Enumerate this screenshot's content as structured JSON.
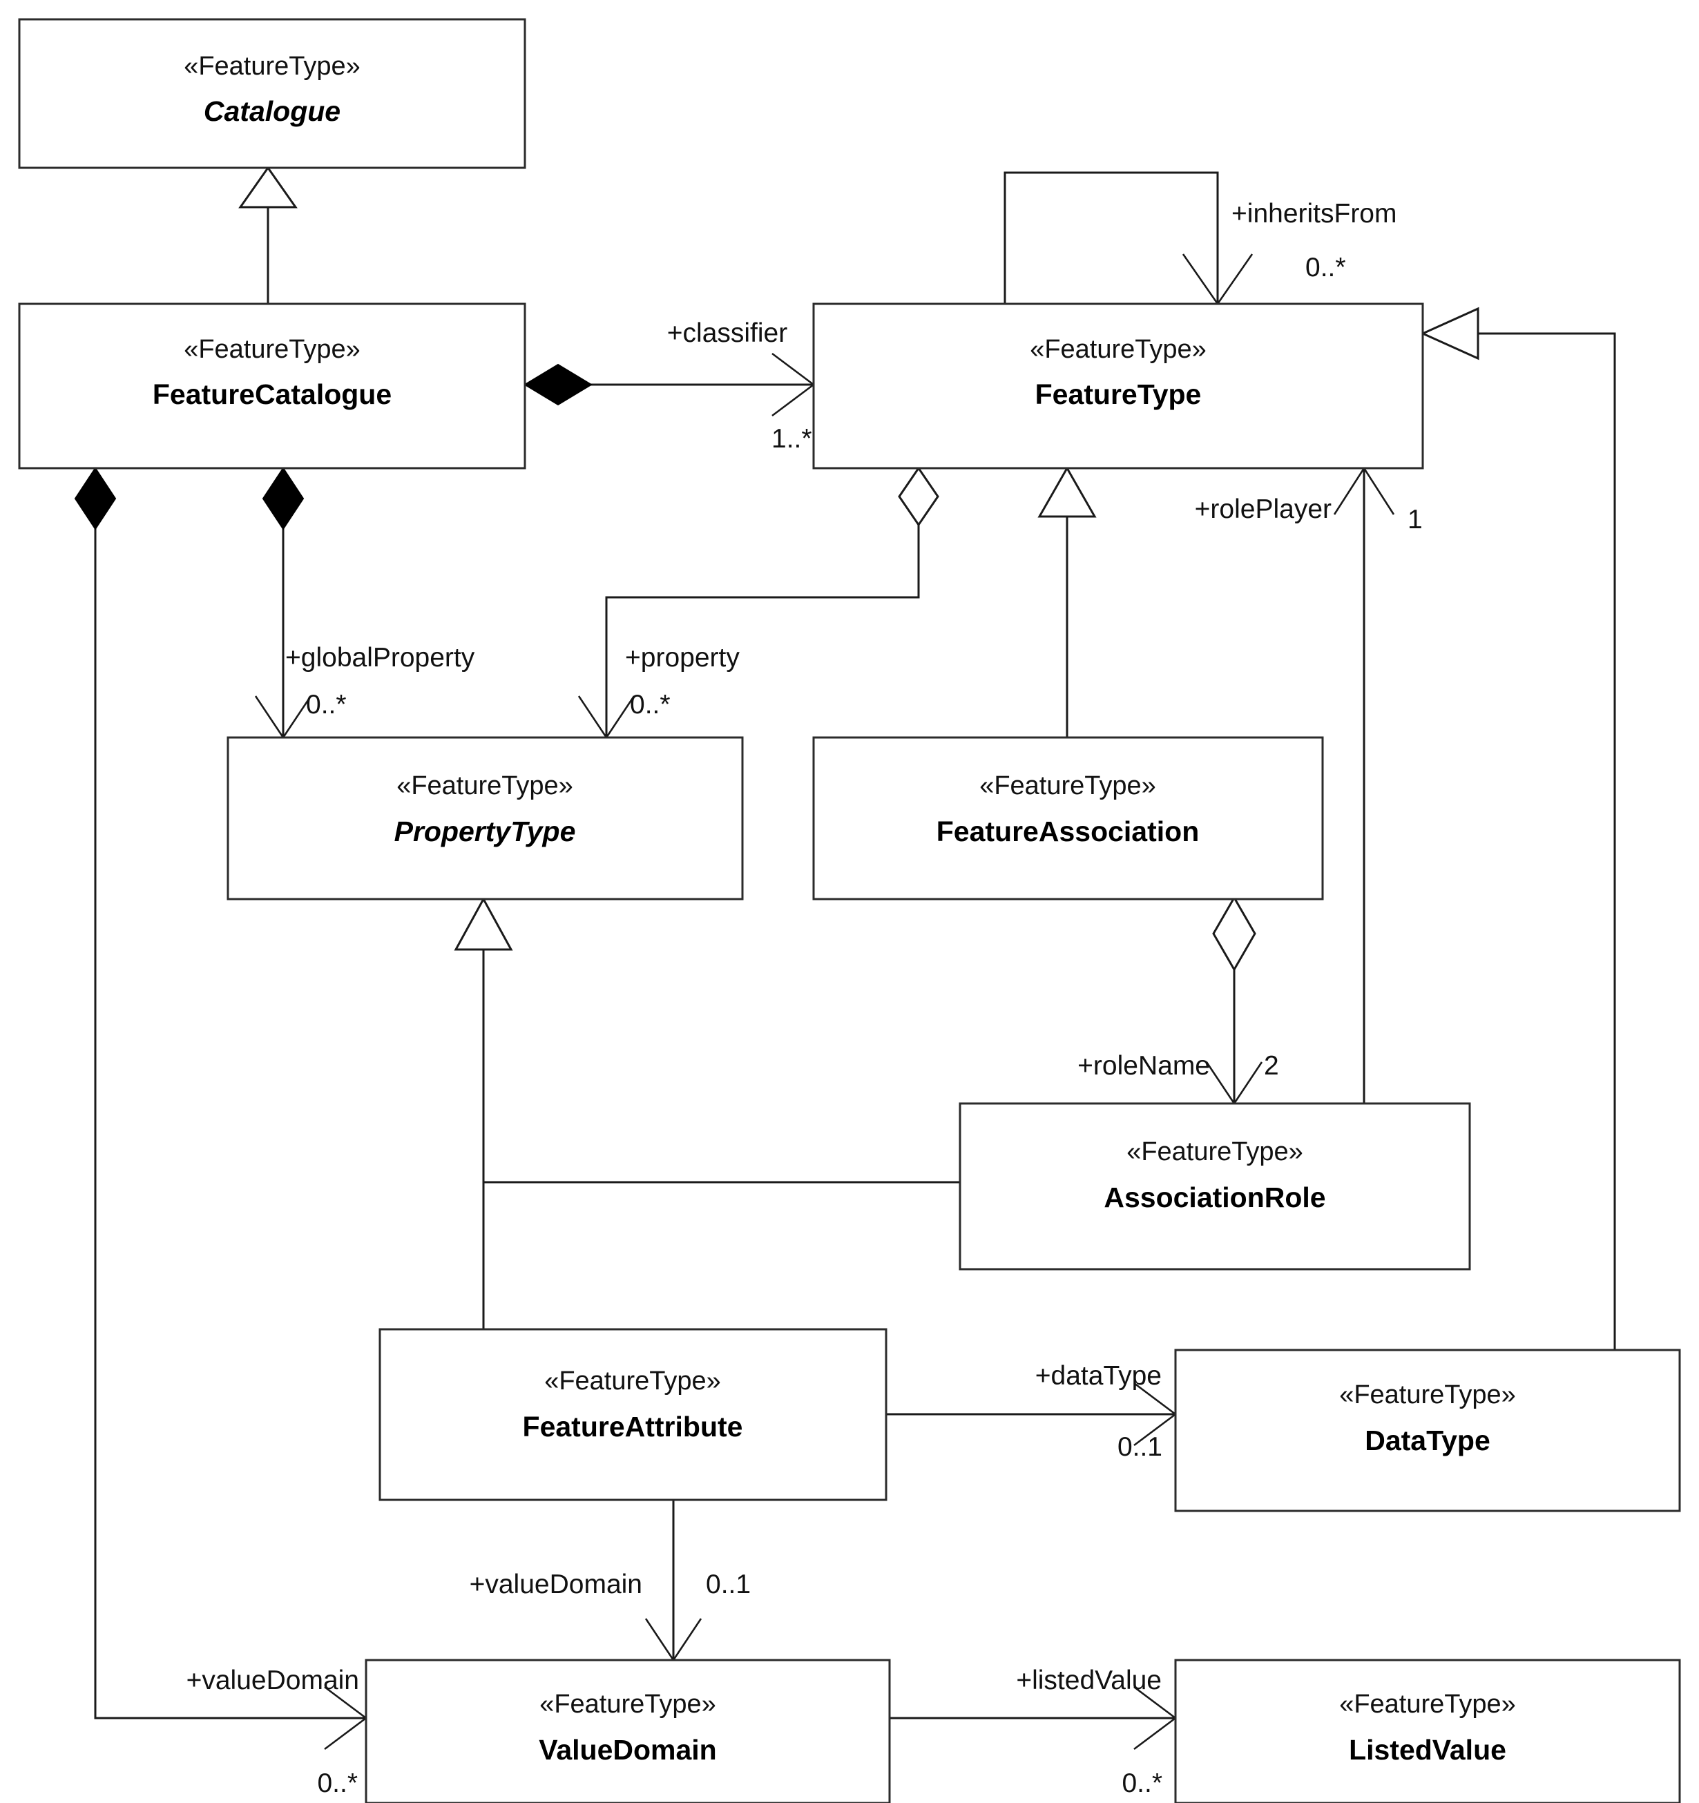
{
  "diagram": {
    "title": "Feature Catalogue UML Class Diagram",
    "stereotype": "«FeatureType»",
    "line_color": "#1a1a1a",
    "box_fill": "#ffffff",
    "box_stroke": "#2b2b2b",
    "classes": [
      {
        "id": "catalogue",
        "stereotype": "«FeatureType»",
        "name": "Catalogue",
        "abstract": true
      },
      {
        "id": "featurecatalogue",
        "stereotype": "«FeatureType»",
        "name": "FeatureCatalogue",
        "abstract": false
      },
      {
        "id": "featuretype",
        "stereotype": "«FeatureType»",
        "name": "FeatureType",
        "abstract": false
      },
      {
        "id": "propertytype",
        "stereotype": "«FeatureType»",
        "name": "PropertyType",
        "abstract": true
      },
      {
        "id": "featureassociation",
        "stereotype": "«FeatureType»",
        "name": "FeatureAssociation",
        "abstract": false
      },
      {
        "id": "associationrole",
        "stereotype": "«FeatureType»",
        "name": "AssociationRole",
        "abstract": false
      },
      {
        "id": "featureattribute",
        "stereotype": "«FeatureType»",
        "name": "FeatureAttribute",
        "abstract": false
      },
      {
        "id": "datatype",
        "stereotype": "«FeatureType»",
        "name": "DataType",
        "abstract": false
      },
      {
        "id": "valuedomain",
        "stereotype": "«FeatureType»",
        "name": "ValueDomain",
        "abstract": false
      },
      {
        "id": "listedvalue",
        "stereotype": "«FeatureType»",
        "name": "ListedValue",
        "abstract": false
      }
    ],
    "relationships": [
      {
        "id": "inheritsfrom",
        "kind": "association",
        "from": "featuretype",
        "to": "featuretype",
        "role": "+inheritsFrom",
        "multiplicity": "0..*"
      },
      {
        "id": "classifier",
        "kind": "composition",
        "from": "featurecatalogue",
        "to": "featuretype",
        "role": "+classifier",
        "multiplicity": "1..*"
      },
      {
        "id": "globalproperty",
        "kind": "composition",
        "from": "featurecatalogue",
        "to": "propertytype",
        "role": "+globalProperty",
        "multiplicity": "0..*"
      },
      {
        "id": "property",
        "kind": "aggregation",
        "from": "featuretype",
        "to": "propertytype",
        "role": "+property",
        "multiplicity": "0..*"
      },
      {
        "id": "roleplayer",
        "kind": "association",
        "from": "associationrole",
        "to": "featuretype",
        "role": "+rolePlayer",
        "multiplicity": "1"
      },
      {
        "id": "rolename",
        "kind": "aggregation",
        "from": "featureassociation",
        "to": "associationrole",
        "role": "+roleName",
        "multiplicity": "2"
      },
      {
        "id": "datatyperel",
        "kind": "association",
        "from": "featureattribute",
        "to": "datatype",
        "role": "+dataType",
        "multiplicity": "0..1"
      },
      {
        "id": "valuedomainattr",
        "kind": "association",
        "from": "featureattribute",
        "to": "valuedomain",
        "role": "+valueDomain",
        "multiplicity": "0..1"
      },
      {
        "id": "valuedomaincat",
        "kind": "composition",
        "from": "featurecatalogue",
        "to": "valuedomain",
        "role": "+valueDomain",
        "multiplicity": "0..*"
      },
      {
        "id": "listedvaluerel",
        "kind": "association",
        "from": "valuedomain",
        "to": "listedvalue",
        "role": "+listedValue",
        "multiplicity": "0..*"
      },
      {
        "id": "gen-cat",
        "kind": "generalization",
        "from": "featurecatalogue",
        "to": "catalogue",
        "role": "",
        "multiplicity": ""
      },
      {
        "id": "gen-fa",
        "kind": "generalization",
        "from": "featureassociation",
        "to": "featuretype",
        "role": "",
        "multiplicity": ""
      },
      {
        "id": "gen-dt",
        "kind": "generalization",
        "from": "datatype",
        "to": "featuretype",
        "role": "",
        "multiplicity": ""
      },
      {
        "id": "gen-fattr",
        "kind": "generalization",
        "from": "featureattribute",
        "to": "propertytype",
        "role": "",
        "multiplicity": ""
      },
      {
        "id": "gen-arole",
        "kind": "generalization",
        "from": "associationrole",
        "to": "propertytype",
        "role": "",
        "multiplicity": ""
      }
    ],
    "labels": {
      "inheritsFrom": "+inheritsFrom",
      "inheritsFrom_mult": "0..*",
      "classifier": "+classifier",
      "classifier_mult": "1..*",
      "globalProperty": "+globalProperty",
      "globalProperty_mult": "0..*",
      "property": "+property",
      "property_mult": "0..*",
      "rolePlayer": "+rolePlayer",
      "rolePlayer_mult": "1",
      "roleName": "+roleName",
      "roleName_mult": "2",
      "dataType": "+dataType",
      "dataType_mult": "0..1",
      "valueDomainAttr": "+valueDomain",
      "valueDomainAttr_mult": "0..1",
      "valueDomainCat": "+valueDomain",
      "valueDomainCat_mult": "0..*",
      "listedValue": "+listedValue",
      "listedValue_mult": "0..*"
    }
  }
}
